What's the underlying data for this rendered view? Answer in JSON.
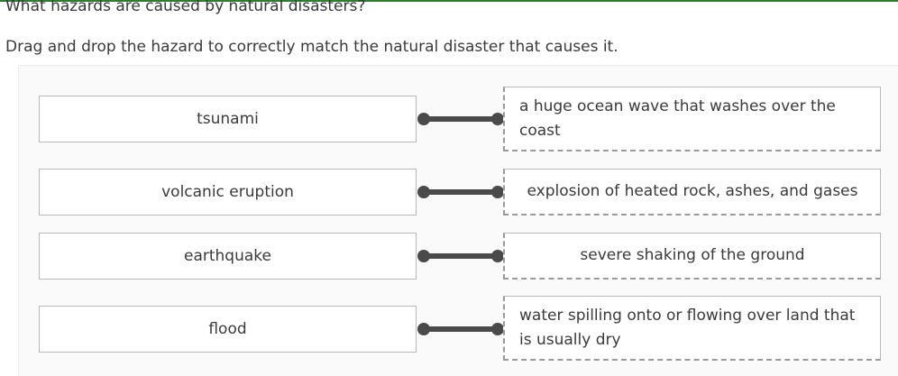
{
  "question": "What hazards are caused by natural disasters?",
  "instructions": "Drag and drop the hazard to correctly match the natural disaster that causes it.",
  "hazards": [
    {
      "label": "tsunami"
    },
    {
      "label": "volcanic eruption"
    },
    {
      "label": "earthquake"
    },
    {
      "label": "flood"
    }
  ],
  "matches": [
    {
      "text": "a huge ocean wave that washes over the coast"
    },
    {
      "text": "explosion of heated rock, ashes, and gases"
    },
    {
      "text": "severe shaking of the ground"
    },
    {
      "text": "water spilling onto or flowing over land that is usually dry"
    }
  ],
  "colors": {
    "accent_bar": "#2e7d32",
    "connector": "#4a4a4a"
  }
}
